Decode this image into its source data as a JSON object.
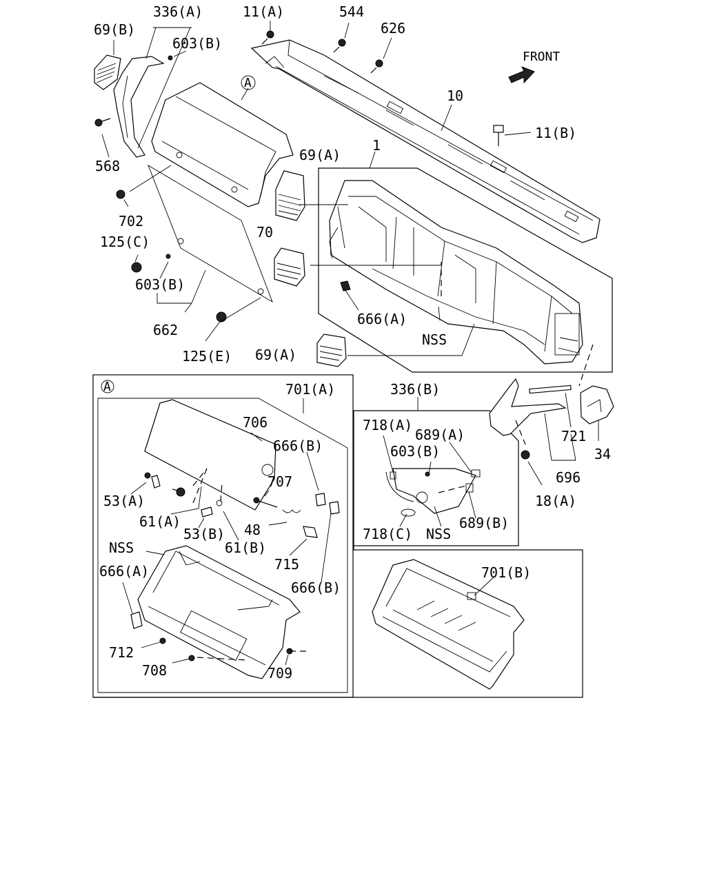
{
  "diagram": {
    "front_label": "FRONT",
    "callout_circle": "A",
    "labels": {
      "l336A": "336(A)",
      "l69B": "69(B)",
      "l603B_top": "603(B)",
      "l11A": "11(A)",
      "l544": "544",
      "l626": "626",
      "l10": "10",
      "l11B": "11(B)",
      "l568": "568",
      "l69A_top": "69(A)",
      "l1": "1",
      "l702": "702",
      "l125C": "125(C)",
      "l70": "70",
      "l603B_mid": "603(B)",
      "l666A_main": "666(A)",
      "lNSS_main": "NSS",
      "l662": "662",
      "l69A_bot": "69(A)",
      "l125E": "125(E)",
      "l701A": "701(A)",
      "l706": "706",
      "l666B_1": "666(B)",
      "l53A": "53(A)",
      "l707": "707",
      "l61A": "61(A)",
      "l53B": "53(B)",
      "l48": "48",
      "l61B": "61(B)",
      "l715": "715",
      "lNSS_A": "NSS",
      "l666A_A": "666(A)",
      "l666B_2": "666(B)",
      "l712": "712",
      "l708": "708",
      "l709": "709",
      "l336B": "336(B)",
      "l718A": "718(A)",
      "l689A": "689(A)",
      "l603B_box": "603(B)",
      "l718C": "718(C)",
      "lNSS_box": "NSS",
      "l689B": "689(B)",
      "l721": "721",
      "l34": "34",
      "l696": "696",
      "l18A": "18(A)",
      "l701B": "701(B)"
    }
  }
}
